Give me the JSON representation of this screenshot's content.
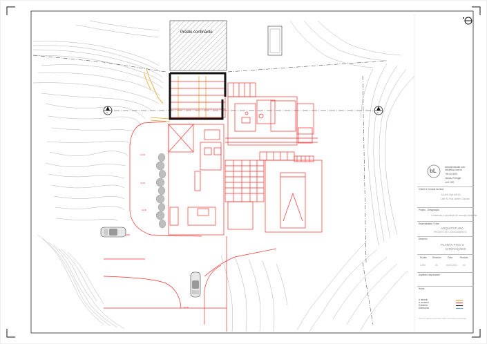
{
  "drawing": {
    "neighbor_label": "Prédio confinante",
    "section_marker": "A",
    "north_marker": "N",
    "colors": {
      "existing": "#111111",
      "proposed": "#ff2a2a",
      "terrain": "#9a9a9a",
      "demolition": "#f0a020",
      "neighbor_hatch": "#555555"
    }
  },
  "title_block": {
    "logo_text": "bL",
    "office_lines": [
      "www.bloostudio.com",
      "info@bloo.com.br",
      "+55 00 0000",
      "Lisboa, Portugal",
      "Cert. 000"
    ],
    "client_heading": "Cliente e morada da obra",
    "client_name": "JULIAN VAN ANDEL",
    "client_address": "Lote 00, Rua Jardim, Cascais",
    "project_heading": "Projeto - Designação",
    "project_desc": "Construção e ampliação de moradia unifamiliar",
    "specialty_heading": "Especialidade / Fase",
    "specialty": "ARQUITETURA",
    "phase": "PROJETO DE LICENCIAMENTO",
    "drawing_heading": "Desenho",
    "drawing_title": "PLANTA PISO 0",
    "drawing_subtitle": "ALTERAÇÕES",
    "table_headers": [
      "Escala",
      "Desenho",
      "Data",
      "Revisão"
    ],
    "table_values": [
      "1:200",
      "01",
      "00.00.2021",
      "00"
    ],
    "architect_heading": "Arquiteto responsável",
    "notes_heading": "Notas",
    "legend": [
      {
        "label": "A demolir",
        "color": "#f0a020"
      },
      {
        "label": "A construir",
        "color": "#ff2a2a"
      },
      {
        "label": "Existente",
        "color": "#111111"
      },
      {
        "label": "Alterações",
        "color": "#5aa0e0"
      }
    ],
    "footer": "Todos os direitos reservados. Não é permitida a reprodução"
  }
}
